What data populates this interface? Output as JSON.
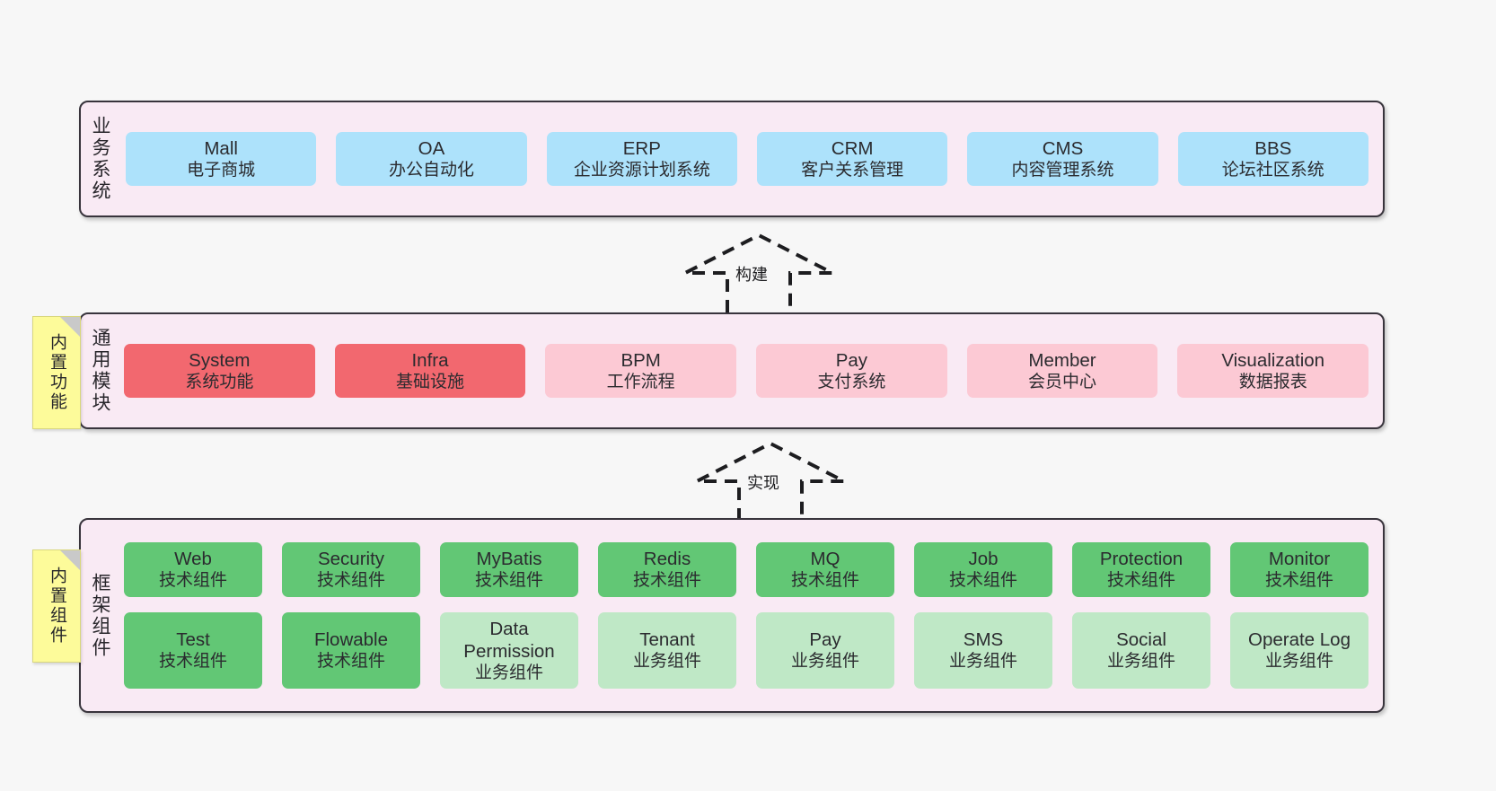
{
  "diagram": {
    "panels": [
      {
        "id": "business",
        "label": "业务系统",
        "rows": [
          {
            "cells": [
              {
                "title": "Mall",
                "subtitle": "电子商城",
                "color": "c-blue"
              },
              {
                "title": "OA",
                "subtitle": "办公自动化",
                "color": "c-blue"
              },
              {
                "title": "ERP",
                "subtitle": "企业资源计划系统",
                "color": "c-blue"
              },
              {
                "title": "CRM",
                "subtitle": "客户关系管理",
                "color": "c-blue"
              },
              {
                "title": "CMS",
                "subtitle": "内容管理系统",
                "color": "c-blue"
              },
              {
                "title": "BBS",
                "subtitle": "论坛社区系统",
                "color": "c-blue"
              }
            ]
          }
        ]
      },
      {
        "id": "common",
        "label": "通用模块",
        "rows": [
          {
            "cells": [
              {
                "title": "System",
                "subtitle": "系统功能",
                "color": "c-red"
              },
              {
                "title": "Infra",
                "subtitle": "基础设施",
                "color": "c-red"
              },
              {
                "title": "BPM",
                "subtitle": "工作流程",
                "color": "c-pink"
              },
              {
                "title": "Pay",
                "subtitle": "支付系统",
                "color": "c-pink"
              },
              {
                "title": "Member",
                "subtitle": "会员中心",
                "color": "c-pink"
              },
              {
                "title": "Visualization",
                "subtitle": "数据报表",
                "color": "c-pink"
              }
            ]
          }
        ]
      },
      {
        "id": "framework",
        "label": "框架组件",
        "rows": [
          {
            "cells": [
              {
                "title": "Web",
                "subtitle": "技术组件",
                "color": "c-green"
              },
              {
                "title": "Security",
                "subtitle": "技术组件",
                "color": "c-green"
              },
              {
                "title": "MyBatis",
                "subtitle": "技术组件",
                "color": "c-green"
              },
              {
                "title": "Redis",
                "subtitle": "技术组件",
                "color": "c-green"
              },
              {
                "title": "MQ",
                "subtitle": "技术组件",
                "color": "c-green"
              },
              {
                "title": "Job",
                "subtitle": "技术组件",
                "color": "c-green"
              },
              {
                "title": "Protection",
                "subtitle": "技术组件",
                "color": "c-green"
              },
              {
                "title": "Monitor",
                "subtitle": "技术组件",
                "color": "c-green"
              }
            ]
          },
          {
            "cells": [
              {
                "title": "Test",
                "subtitle": "技术组件",
                "color": "c-green"
              },
              {
                "title": "Flowable",
                "subtitle": "技术组件",
                "color": "c-green"
              },
              {
                "title": "Data Permission",
                "subtitle": "业务组件",
                "color": "c-greenlight"
              },
              {
                "title": "Tenant",
                "subtitle": "业务组件",
                "color": "c-greenlight"
              },
              {
                "title": "Pay",
                "subtitle": "业务组件",
                "color": "c-greenlight"
              },
              {
                "title": "SMS",
                "subtitle": "业务组件",
                "color": "c-greenlight"
              },
              {
                "title": "Social",
                "subtitle": "业务组件",
                "color": "c-greenlight"
              },
              {
                "title": "Operate Log",
                "subtitle": "业务组件",
                "color": "c-greenlight"
              }
            ]
          }
        ]
      }
    ],
    "arrows": [
      {
        "id": "build",
        "label": "构建",
        "style": "dashed-hollow-up"
      },
      {
        "id": "impl",
        "label": "实现",
        "style": "dashed-hollow-up"
      }
    ],
    "sticky_notes": [
      {
        "id": "functions",
        "label": "内置功能"
      },
      {
        "id": "components",
        "label": "内置组件"
      }
    ],
    "colors": {
      "panel_bg": "#f9eaf4",
      "panel_border": "#38343c",
      "blue": "#ade2fb",
      "red": "#f2686f",
      "pink": "#fcc9d4",
      "green": "#62c775",
      "green_light": "#bfe8c6",
      "sticky_yellow": "#fdfb9a",
      "canvas_bg": "#f7f7f7"
    }
  }
}
